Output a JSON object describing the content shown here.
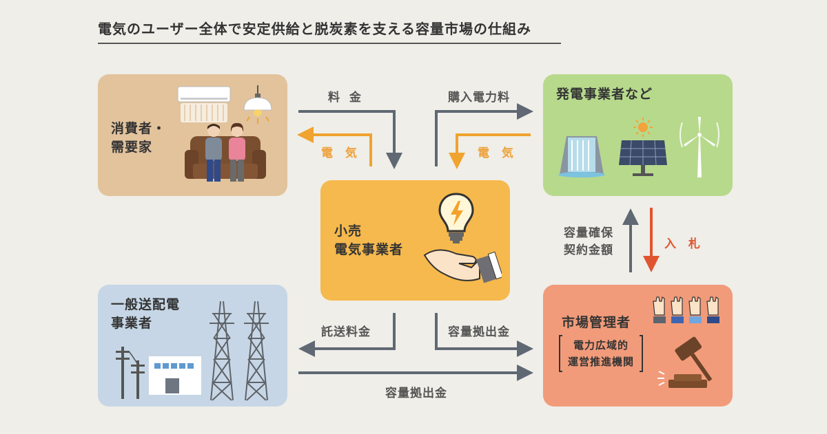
{
  "title": "電気のユーザー全体で安定供給と脱炭素を支える容量市場の仕組み",
  "nodes": {
    "consumer": {
      "line1": "消費者・",
      "line2": "需要家"
    },
    "generator": {
      "label": "発電事業者など"
    },
    "retail": {
      "line1": "小売",
      "line2": "電気事業者"
    },
    "grid": {
      "line1": "一般送配電",
      "line2": "事業者"
    },
    "market": {
      "label": "市場管理者",
      "org_line1": "電力広域的",
      "org_line2": "運営推進機関"
    }
  },
  "flows": {
    "fee": "料 金",
    "purchase": "購入電力料",
    "electricity_left": "電 気",
    "electricity_right": "電 気",
    "contract_line1": "容量確保",
    "contract_line2": "契約金額",
    "bid": "入 札",
    "wheeling": "託送料金",
    "capacity_retail": "容量拠出金",
    "capacity_grid": "容量拠出金"
  },
  "colors": {
    "consumer": "#e2c39c",
    "generator": "#b7d98c",
    "retail": "#f6b94d",
    "grid": "#c6d6e6",
    "market": "#f19b7a",
    "money_arrow": "#5f6873",
    "electricity_arrow": "#f0a32e",
    "bid_arrow": "#e0552f"
  },
  "icons": [
    "air-conditioner-icon",
    "pendant-lamp-icon",
    "couple-on-sofa-icon",
    "dam-icon",
    "sun-icon",
    "solar-panel-icon",
    "wind-turbine-icon",
    "lightbulb-icon",
    "hand-icon",
    "power-pole-icon",
    "substation-building-icon",
    "transmission-tower-icon",
    "raised-hands-icon",
    "gavel-icon"
  ]
}
